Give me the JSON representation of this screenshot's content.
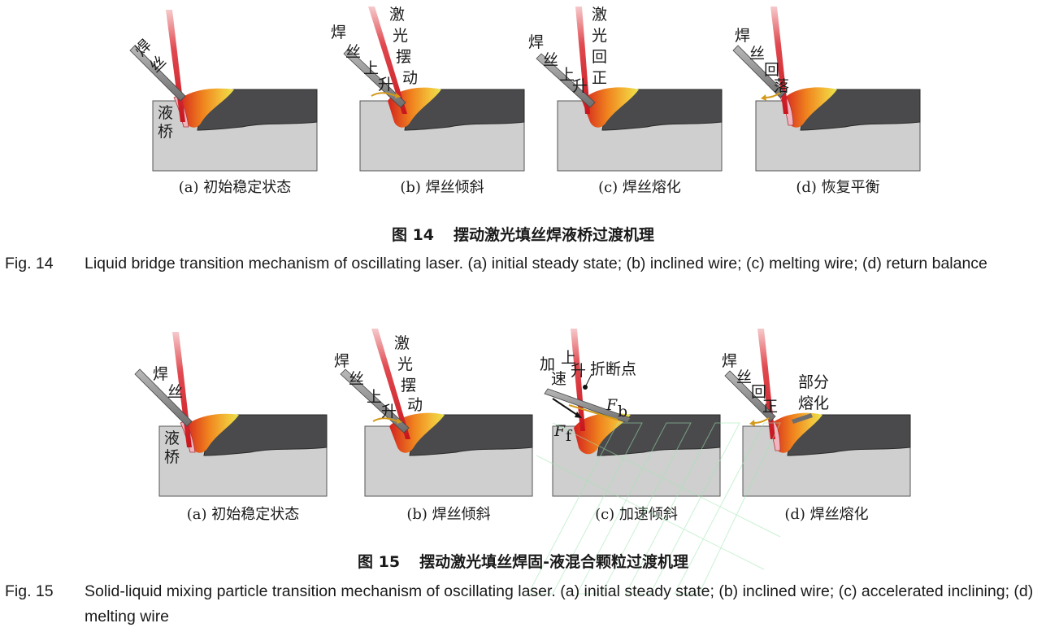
{
  "fig14": {
    "panels": [
      {
        "sub": "(a) 初始稳定状态",
        "labels": [
          "焊",
          "丝",
          "液",
          "桥"
        ]
      },
      {
        "sub": "(b) 焊丝倾斜",
        "labels": [
          "焊",
          "丝",
          "上",
          "升",
          "激",
          "光",
          "摆",
          "动"
        ]
      },
      {
        "sub": "(c) 焊丝熔化",
        "labels": [
          "焊",
          "丝",
          "上",
          "升",
          "激",
          "光",
          "回",
          "正"
        ]
      },
      {
        "sub": "(d) 恢复平衡",
        "labels": [
          "焊",
          "丝",
          "回",
          "落"
        ]
      }
    ],
    "caption_cn_num": "图 14",
    "caption_cn_text": "摆动激光填丝焊液桥过渡机理",
    "caption_en_num": "Fig. 14",
    "caption_en_text": "Liquid bridge transition mechanism of oscillating laser. (a) initial steady state; (b) inclined wire; (c) melting wire; (d) return balance"
  },
  "fig15": {
    "panels": [
      {
        "sub": "(a) 初始稳定状态",
        "labels": [
          "焊",
          "丝",
          "液",
          "桥"
        ]
      },
      {
        "sub": "(b) 焊丝倾斜",
        "labels": [
          "焊",
          "丝",
          "上",
          "升",
          "激",
          "光",
          "摆",
          "动"
        ]
      },
      {
        "sub": "(c) 加速倾斜",
        "labels": [
          "加",
          "速",
          "上",
          "升",
          "折断点",
          "F",
          "b",
          "F",
          "f"
        ]
      },
      {
        "sub": "(d) 焊丝熔化",
        "labels": [
          "焊",
          "丝",
          "回",
          "正",
          "部分",
          "熔化"
        ]
      }
    ],
    "caption_cn_num": "图 15",
    "caption_cn_text": "摆动激光填丝焊固-液混合颗粒过渡机理",
    "caption_en_num": "Fig. 15",
    "caption_en_text": "Solid-liquid mixing particle transition mechanism of oscillating laser. (a) initial steady state; (b) inclined wire; (c) accelerated inclining; (d) melting wire"
  },
  "colors": {
    "plate_gray": "#cfcfcf",
    "bead_dark": "#4a4a4c",
    "laser_red": "#d7262c",
    "pool_orange": "#f0831e",
    "pool_yellow": "#e9e24a",
    "wire_gray": "#8a8a8a",
    "arrow_gold": "#d39a1a"
  }
}
